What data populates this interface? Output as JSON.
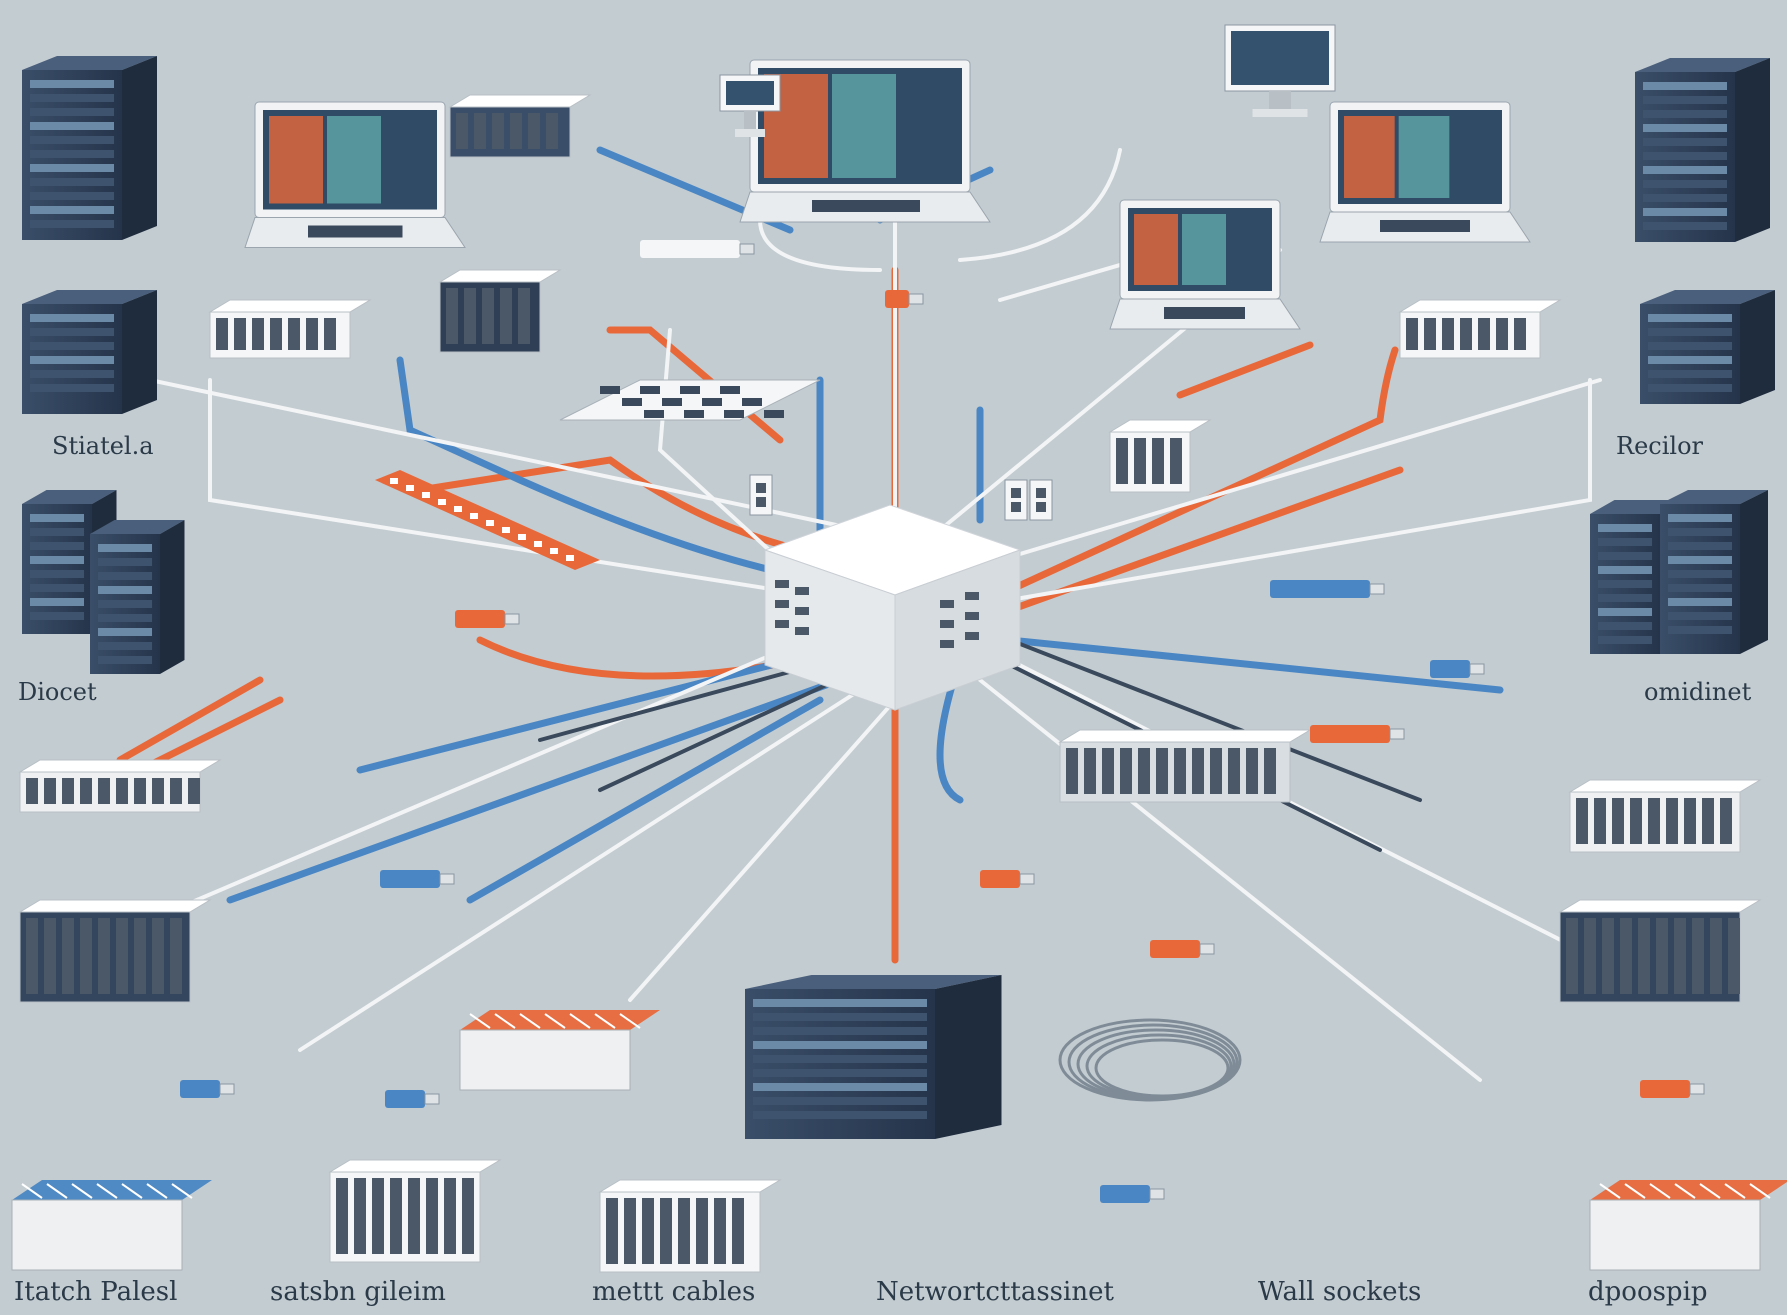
{
  "colors": {
    "background": "#c3ccd1",
    "cable_orange": "#e8683a",
    "cable_blue": "#4a86c4",
    "cable_white": "#f2f4f5",
    "device_dark": "#2c3d54",
    "device_light": "#f5f6f7"
  },
  "labels": {
    "left_top": "Stiatel.a",
    "left_mid": "Diocet",
    "right_top": "Recilor",
    "right_mid": "omidinet"
  },
  "bottom_labels": [
    "Itatch Palesl",
    "satsbn gileim",
    "mettt cables",
    "Networtcttassinet",
    "Wall sockets",
    "dpoospip"
  ],
  "nodes": {
    "hub": "network-hub",
    "devices": [
      "server-rack",
      "laptop",
      "network-switch",
      "patch-panel",
      "ethernet-connector",
      "wall-socket",
      "monitor",
      "router",
      "cable-coil"
    ]
  }
}
